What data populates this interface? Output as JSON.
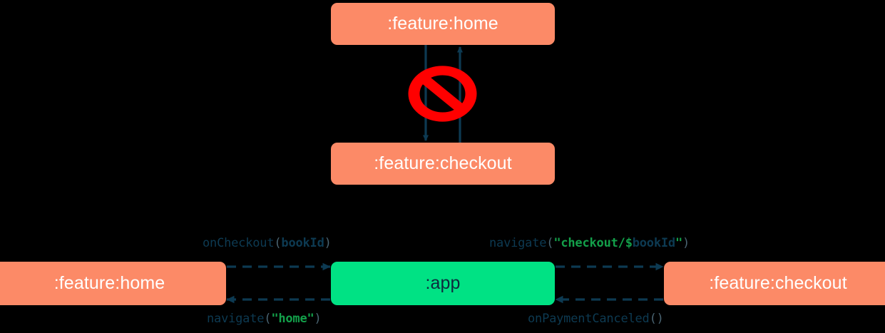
{
  "diagram": {
    "title": "Module navigation diagram",
    "background_color": "#000000",
    "module_color": "#FC8A67",
    "app_color": "#00E284",
    "edge_color": "#0D3A52",
    "forbidden_color": "#FF0000",
    "top_section": {
      "name": "direct-module-dependency-forbidden",
      "nodes": [
        {
          "id": "home",
          "label": ":feature:home",
          "kind": "module"
        },
        {
          "id": "checkout",
          "label": ":feature:checkout",
          "kind": "module"
        }
      ],
      "edges": [
        {
          "from": "home",
          "to": "checkout",
          "style": "solid",
          "label": ""
        },
        {
          "from": "checkout",
          "to": "home",
          "style": "solid",
          "label": ""
        }
      ],
      "marker": {
        "name": "forbidden-sign",
        "glyph": "no-entry"
      }
    },
    "bottom_section": {
      "name": "app-mediated-navigation",
      "nodes": [
        {
          "id": "home",
          "label": ":feature:home",
          "kind": "module"
        },
        {
          "id": "app",
          "label": ":app",
          "kind": "app"
        },
        {
          "id": "checkout",
          "label": ":feature:checkout",
          "kind": "module"
        }
      ],
      "edges": [
        {
          "id": "home-to-app",
          "from": "home",
          "to": "app",
          "style": "dashed",
          "direction": "right",
          "label_text": "onCheckout(bookId)",
          "label_tokens": [
            {
              "text": "onCheckout",
              "type": "fn"
            },
            {
              "text": "(",
              "type": "paren"
            },
            {
              "text": "bookId",
              "type": "arg"
            },
            {
              "text": ")",
              "type": "paren"
            }
          ]
        },
        {
          "id": "app-to-checkout",
          "from": "app",
          "to": "checkout",
          "style": "dashed",
          "direction": "right",
          "label_text": "navigate(\"checkout/$bookId\")",
          "label_tokens": [
            {
              "text": "navigate",
              "type": "fn"
            },
            {
              "text": "(",
              "type": "paren"
            },
            {
              "text": "\"checkout/",
              "type": "str"
            },
            {
              "text": "$",
              "type": "interp"
            },
            {
              "text": "bookId",
              "type": "arg"
            },
            {
              "text": "\"",
              "type": "str"
            },
            {
              "text": ")",
              "type": "paren"
            }
          ]
        },
        {
          "id": "app-to-home",
          "from": "app",
          "to": "home",
          "style": "dashed",
          "direction": "left",
          "label_text": "navigate(\"home\")",
          "label_tokens": [
            {
              "text": "navigate",
              "type": "fn"
            },
            {
              "text": "(",
              "type": "paren"
            },
            {
              "text": "\"home\"",
              "type": "str"
            },
            {
              "text": ")",
              "type": "paren"
            }
          ]
        },
        {
          "id": "checkout-to-app",
          "from": "checkout",
          "to": "app",
          "style": "dashed",
          "direction": "left",
          "label_text": "onPaymentCanceled()",
          "label_tokens": [
            {
              "text": "onPaymentCanceled",
              "type": "fn"
            },
            {
              "text": "()",
              "type": "paren"
            }
          ]
        }
      ]
    }
  }
}
